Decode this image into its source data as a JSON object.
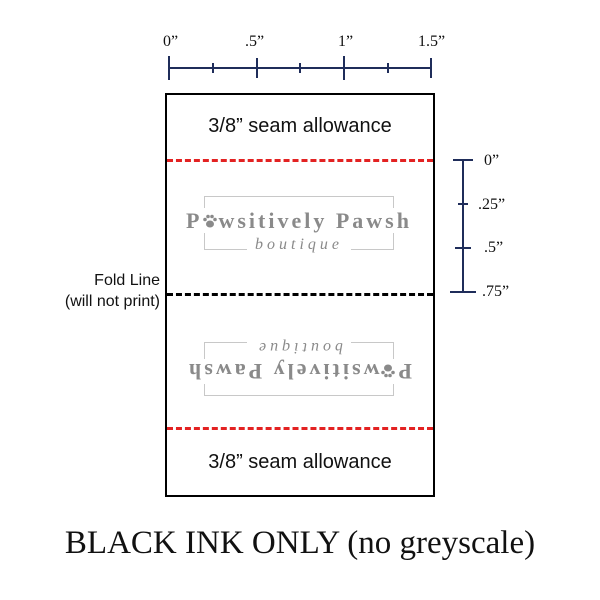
{
  "top_ruler": {
    "labels": [
      "0”",
      ".5”",
      "1”",
      "1.5”"
    ]
  },
  "side_ruler": {
    "labels": [
      "0”",
      ".25”",
      ".5”",
      ".75”"
    ]
  },
  "seam_top": "3/8” seam allowance",
  "seam_bottom": "3/8” seam allowance",
  "fold_label": {
    "line1": "Fold Line",
    "line2": "(will not print)"
  },
  "logo": {
    "first_letter": "P",
    "rest": "wsitively Pawsh",
    "subtitle": "boutique"
  },
  "footer": "BLACK INK ONLY (no greyscale)",
  "colors": {
    "ruler": "#1f2d5a",
    "seam_line": "#e32222",
    "fold_line": "#000000",
    "logo": "#8a8a8a"
  }
}
